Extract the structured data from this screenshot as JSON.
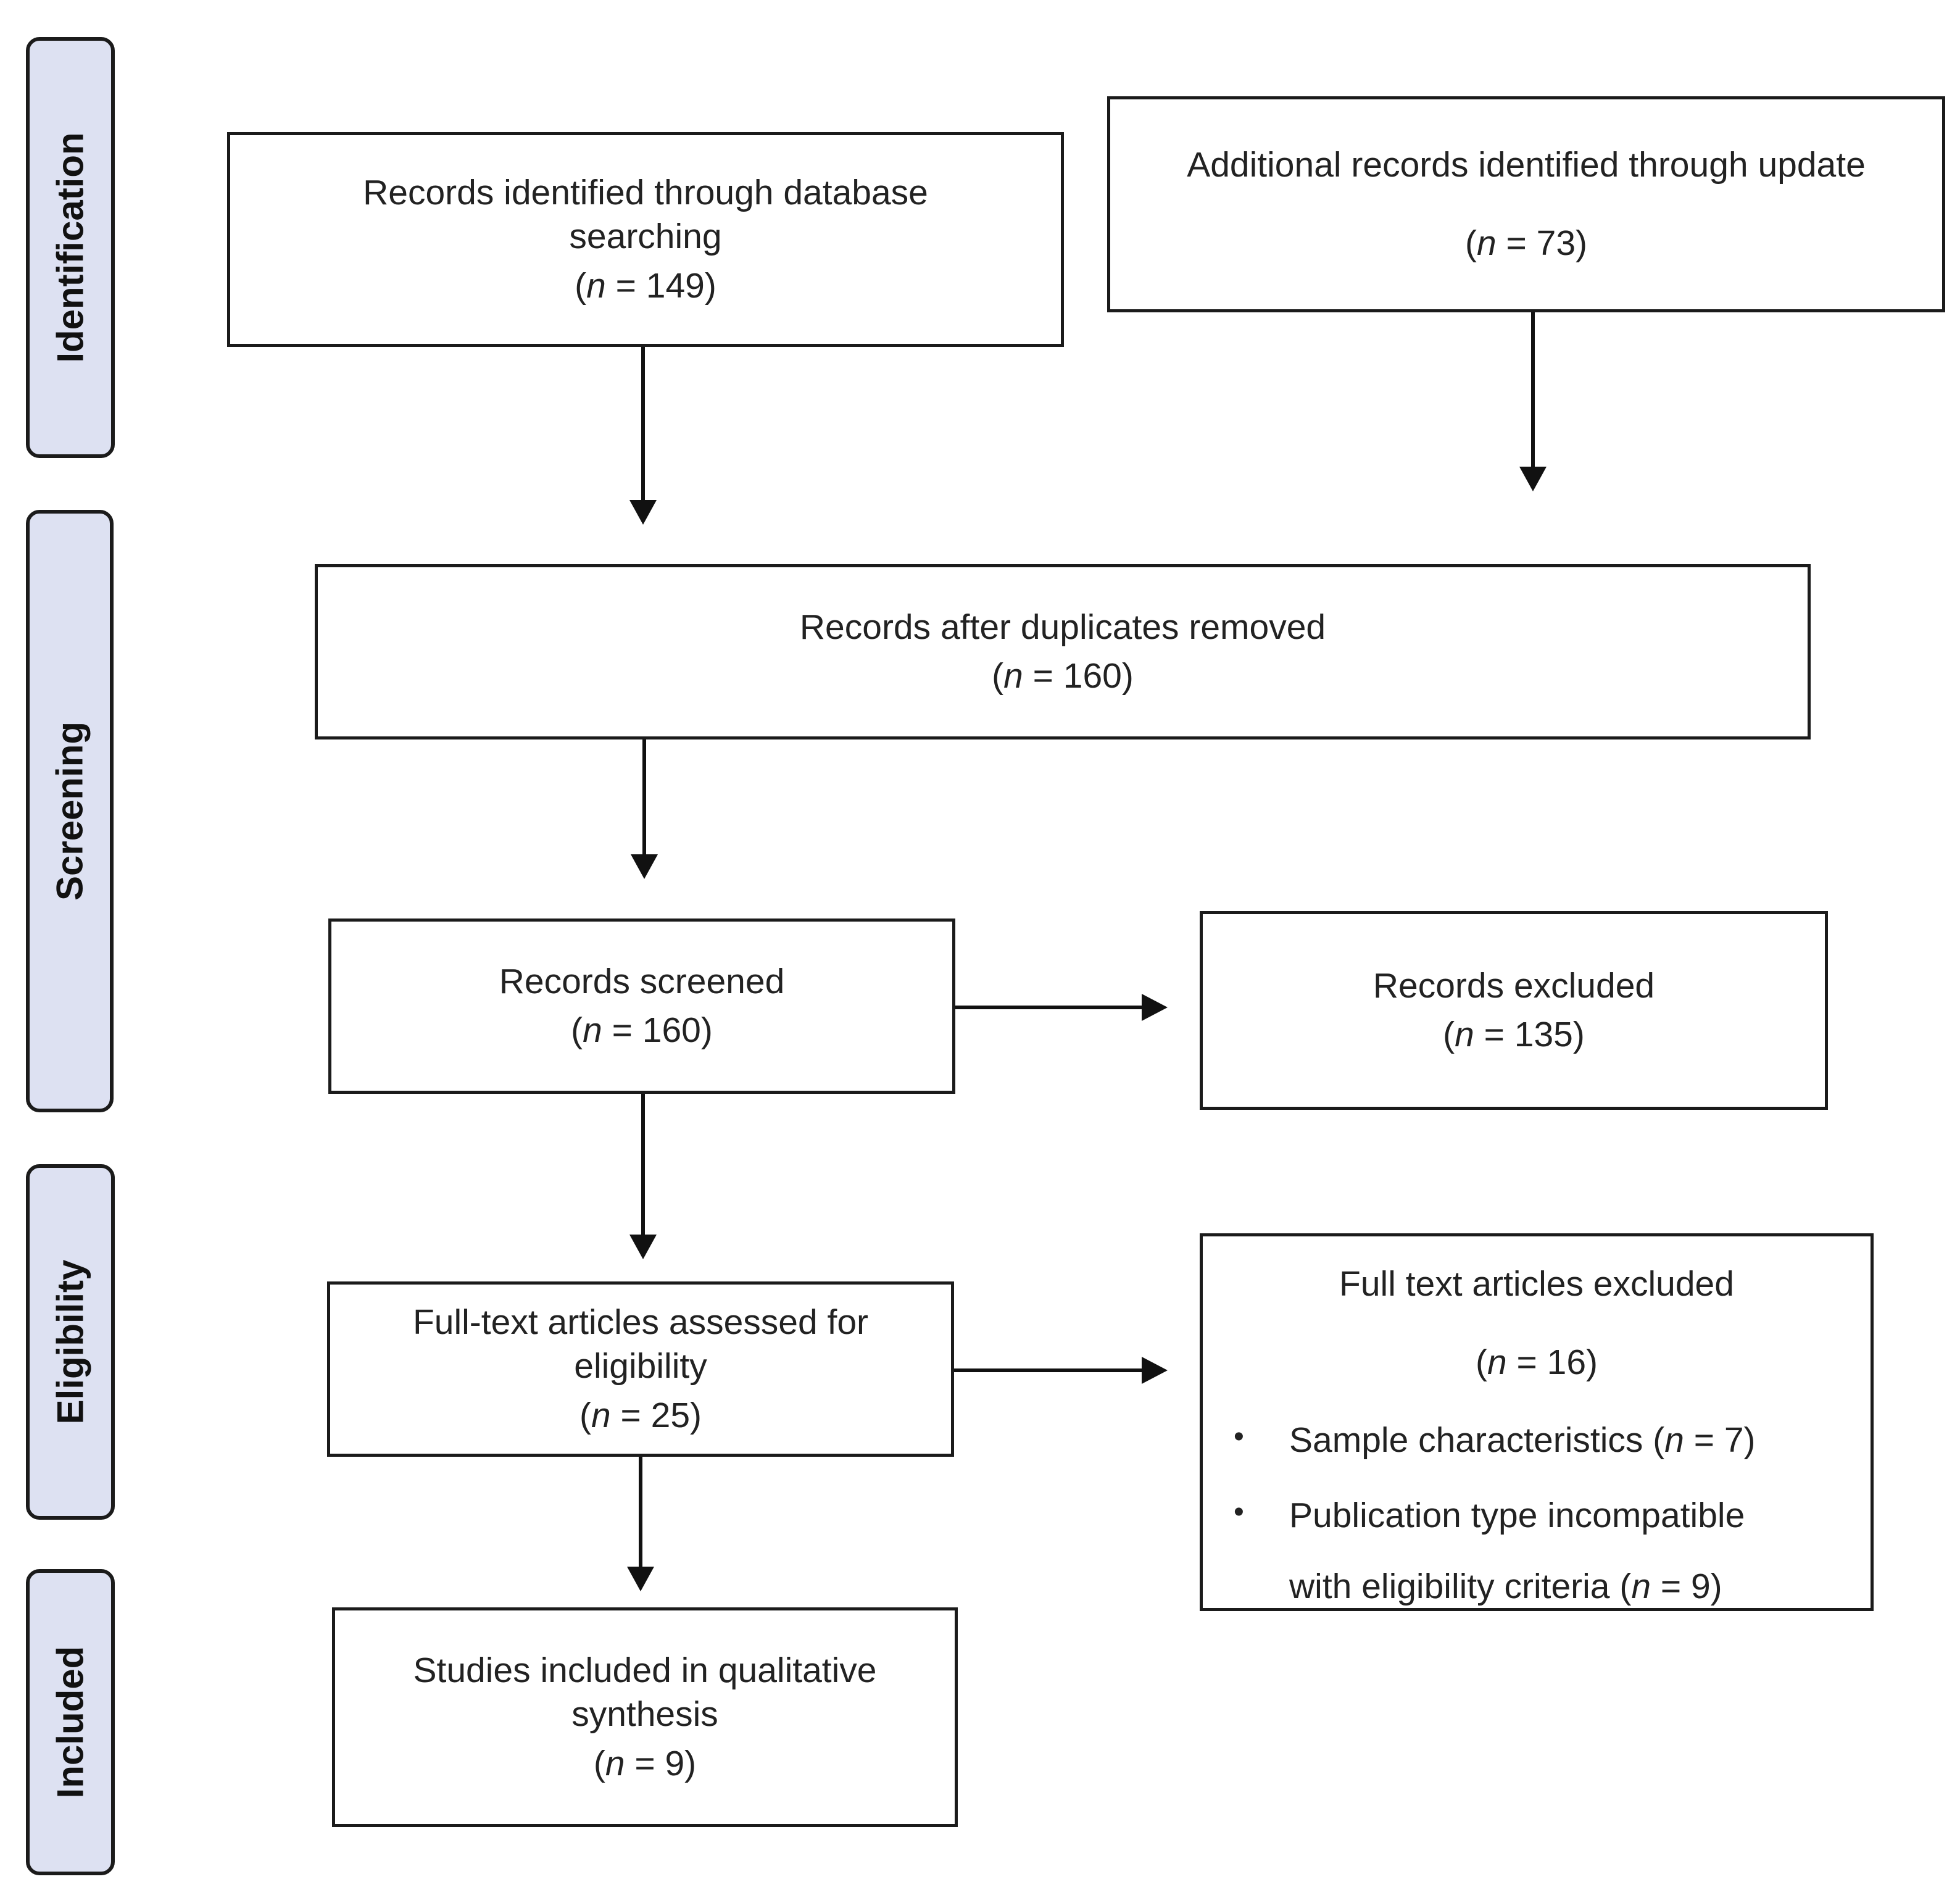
{
  "stages": {
    "identification": "Identification",
    "screening": "Screening",
    "eligibility": "Eligibility",
    "included": "Included"
  },
  "boxes": {
    "database": {
      "line1": "Records identified through database",
      "line2": "searching",
      "n_prefix": "(",
      "n_symbol": "n",
      "n_value": " = 149)"
    },
    "update": {
      "line1": "Additional records identified through update",
      "n_prefix": "(",
      "n_symbol": "n",
      "n_value": " = 73)"
    },
    "duplicates": {
      "line1": "Records after duplicates removed",
      "n_prefix": "(",
      "n_symbol": "n",
      "n_value": " = 160)"
    },
    "screened": {
      "line1": "Records screened",
      "n_prefix": "(",
      "n_symbol": "n",
      "n_value": " = 160)"
    },
    "excluded": {
      "line1": "Records excluded",
      "n_prefix": "(",
      "n_symbol": "n",
      "n_value": " = 135)"
    },
    "fulltext": {
      "line1": "Full-text articles assessed for",
      "line2": "eligibility",
      "n_prefix": "(",
      "n_symbol": "n",
      "n_value": " = 25)"
    },
    "fulltext_excluded": {
      "title": "Full text articles excluded",
      "n_prefix": "(",
      "n_symbol": "n",
      "n_value": " = 16)",
      "reasons": [
        {
          "text": "Sample characteristics (",
          "n_symbol": "n",
          "n_value": " = 7)"
        },
        {
          "text": "Publication type incompatible",
          "cont": "with eligibility criteria (",
          "n_symbol": "n",
          "n_value": " = 9)"
        }
      ]
    },
    "included": {
      "line1": "Studies included in qualitative",
      "line2": "synthesis",
      "n_prefix": "(",
      "n_symbol": "n",
      "n_value": " = 9)"
    }
  }
}
